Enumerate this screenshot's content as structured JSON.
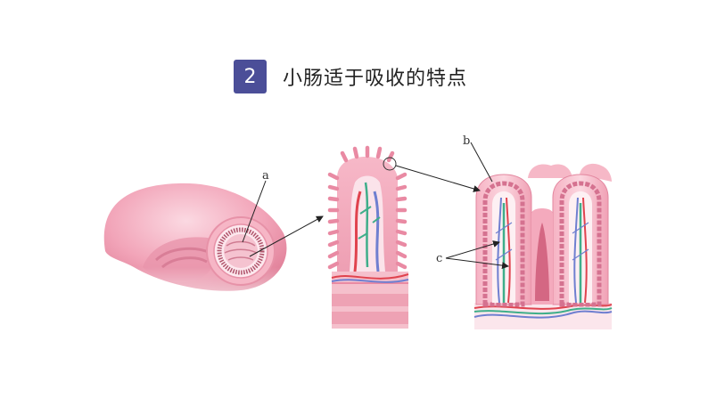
{
  "header": {
    "number": "2",
    "title": "小肠适于吸收的特点"
  },
  "labels": {
    "a": "a",
    "b": "b",
    "c": "c"
  },
  "colors": {
    "badge": "#4b4e98",
    "tissue_pink": "#f4a9bd",
    "tissue_light": "#fbe1e8",
    "vein_blue": "#6f7fd0",
    "artery_red": "#e0434e",
    "lymph_green": "#3fae8a"
  }
}
